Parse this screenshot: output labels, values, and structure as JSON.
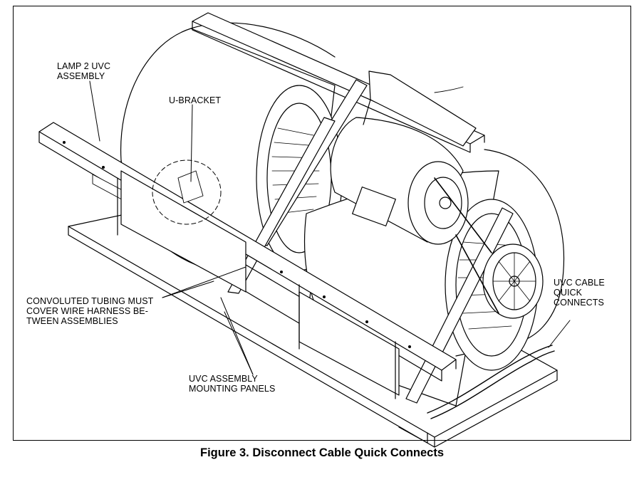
{
  "labels": {
    "lamp2": "LAMP 2 UVC\nASSEMBLY",
    "ubracket": "U-BRACKET",
    "tubing": "CONVOLUTED TUBING MUST\nCOVER WIRE HARNESS BE-\nTWEEN ASSEMBLIES",
    "panels": "UVC ASSEMBLY\nMOUNTING PANELS",
    "quick": "UVC CABLE\nQUICK\nCONNECTS"
  },
  "caption": "Figure 3. Disconnect Cable Quick Connects"
}
